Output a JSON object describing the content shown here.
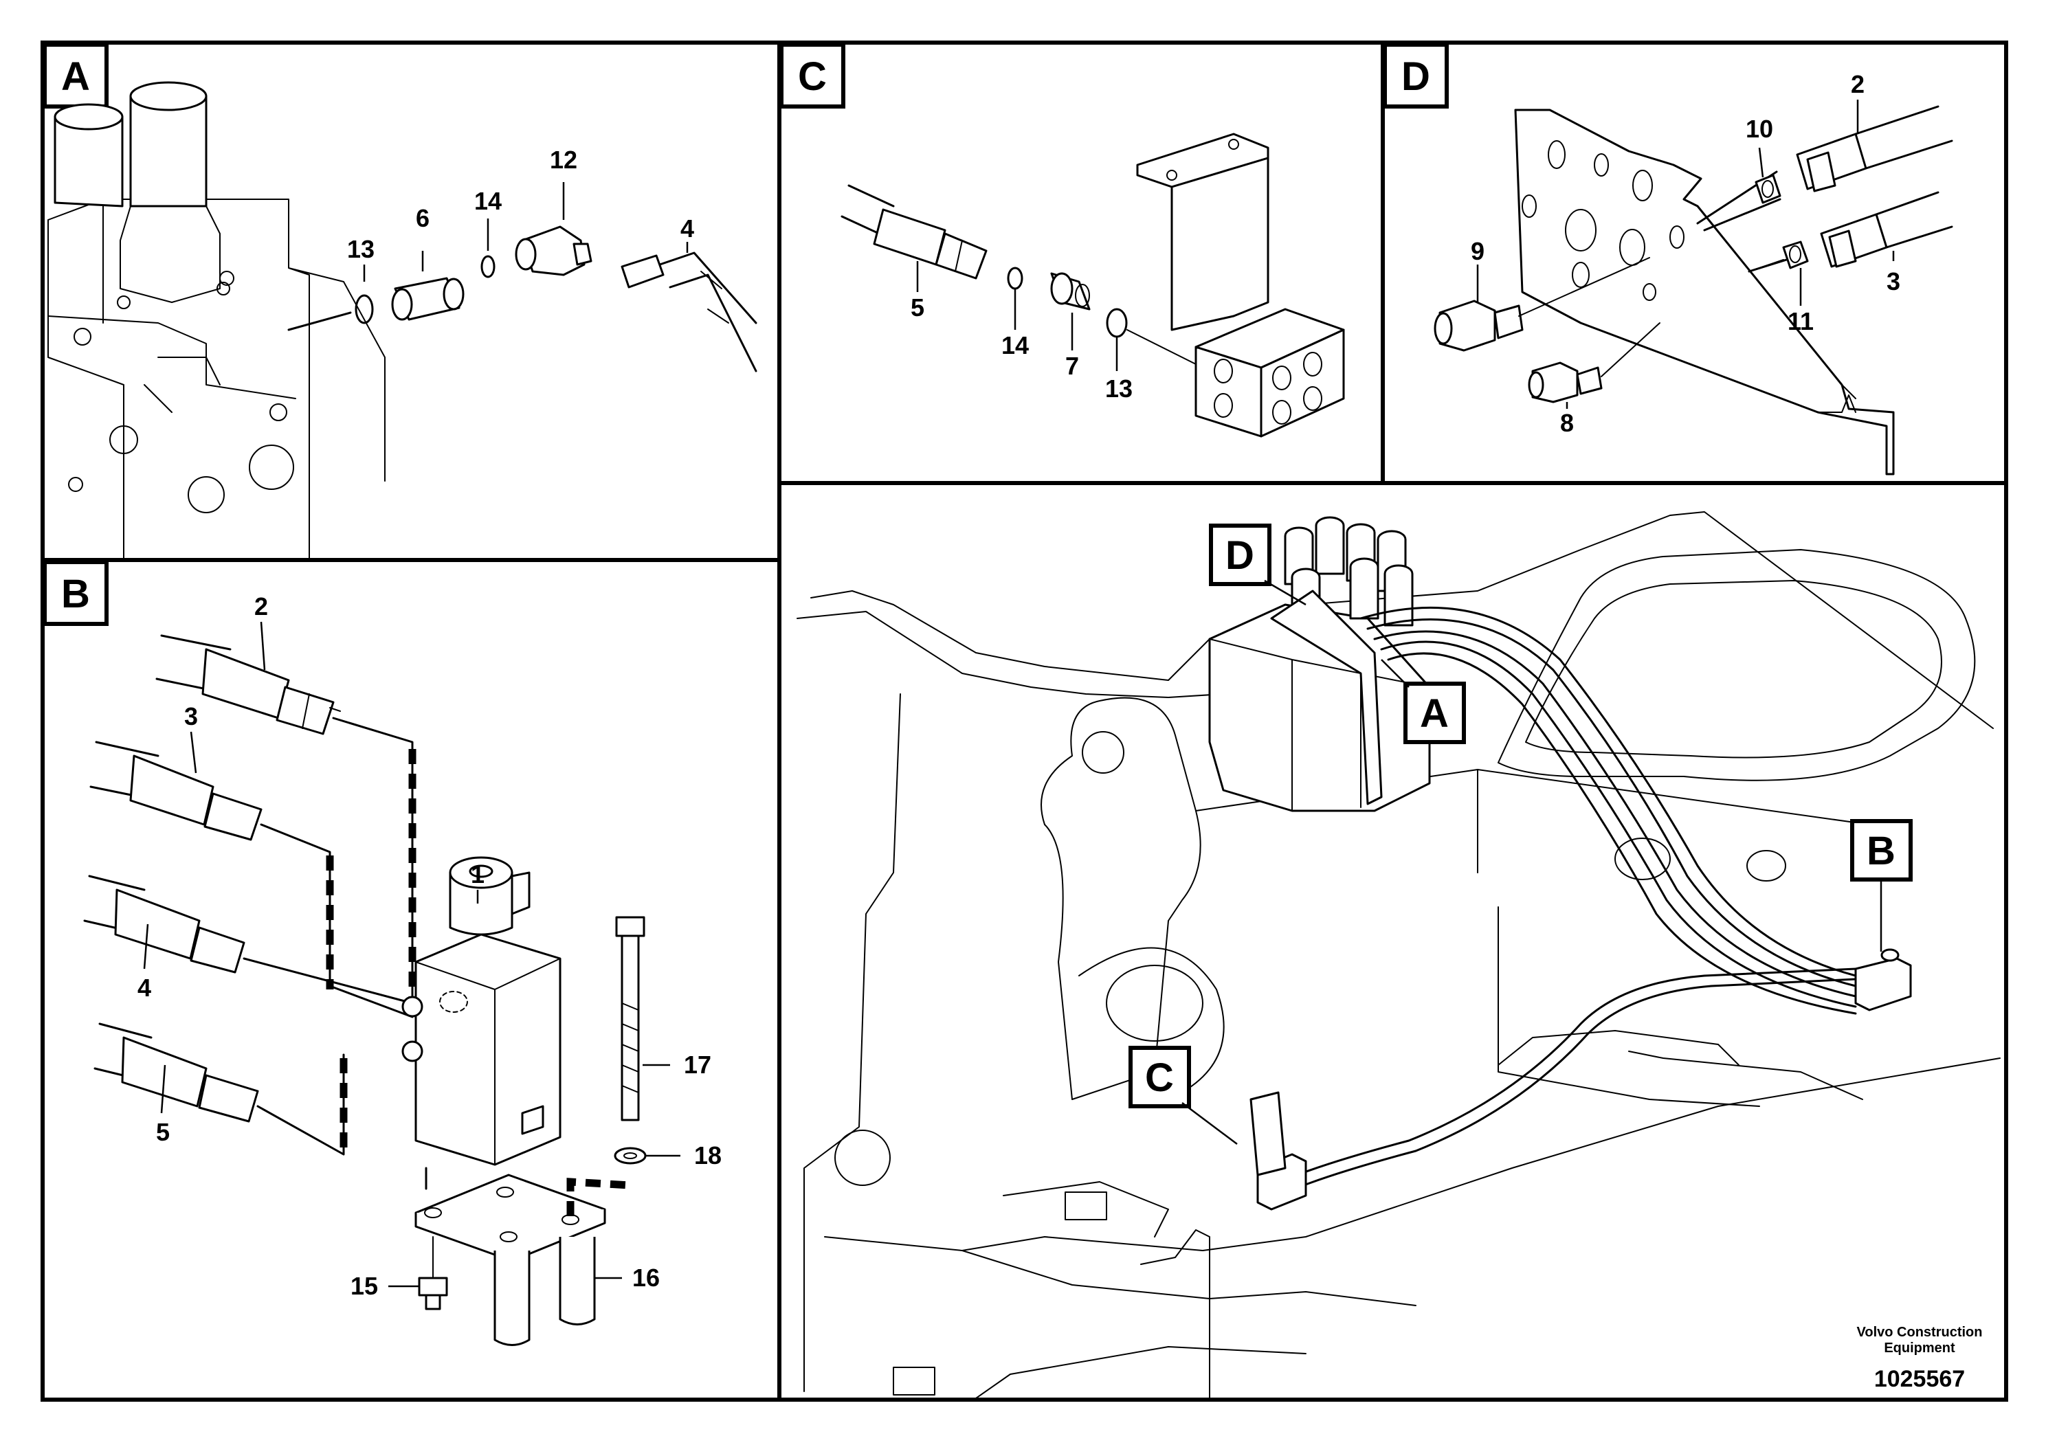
{
  "panels": {
    "a": {
      "tag": "A",
      "labels": [
        "13",
        "6",
        "14",
        "12",
        "4"
      ]
    },
    "b": {
      "tag": "B",
      "labels": [
        "2",
        "3",
        "1",
        "4",
        "5",
        "17",
        "18",
        "15",
        "16"
      ]
    },
    "c": {
      "tag": "C",
      "labels": [
        "5",
        "14",
        "7",
        "13"
      ]
    },
    "d": {
      "tag": "D",
      "labels": [
        "10",
        "2",
        "9",
        "11",
        "3",
        "8"
      ]
    },
    "overview": {
      "callouts": [
        "D",
        "A",
        "B",
        "C"
      ]
    }
  },
  "footer": {
    "company_line1": "Volvo Construction",
    "company_line2": "Equipment",
    "drawing_number": "1025567"
  }
}
